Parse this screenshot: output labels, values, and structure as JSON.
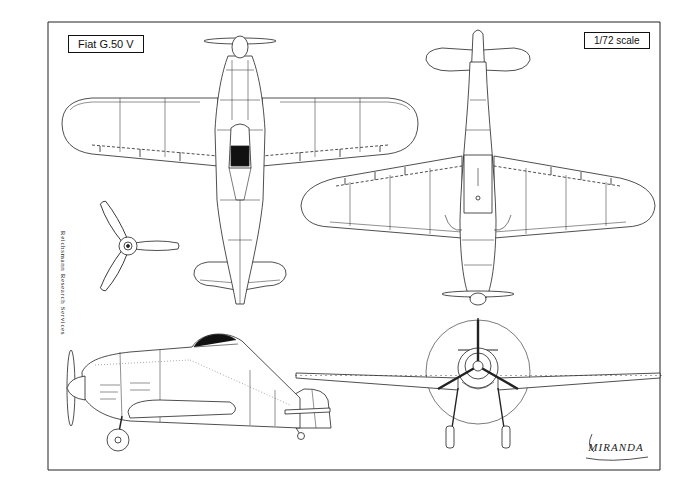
{
  "diagram": {
    "nodes": [
      {
        "text": [
          "Fiat G.50 V"
        ]
      },
      {
        "text": [
          "1/72 scale"
        ]
      }
    ],
    "labels": [
      "Reichsmann Research Services",
      "MIRANDA"
    ]
  }
}
